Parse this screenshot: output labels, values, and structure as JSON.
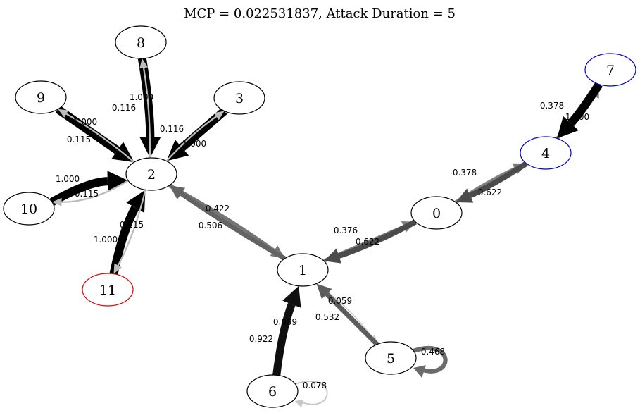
{
  "title": "MCP = 0.022531837, Attack Duration = 5",
  "colors": {
    "default_node": "#000000",
    "blue_node": "#0000cc",
    "red_node": "#dd0000"
  },
  "nodes": [
    {
      "id": "0",
      "label": "0",
      "color": "#000000"
    },
    {
      "id": "1",
      "label": "1",
      "color": "#000000"
    },
    {
      "id": "2",
      "label": "2",
      "color": "#000000"
    },
    {
      "id": "3",
      "label": "3",
      "color": "#000000"
    },
    {
      "id": "4",
      "label": "4",
      "color": "#0000cc"
    },
    {
      "id": "5",
      "label": "5",
      "color": "#000000"
    },
    {
      "id": "6",
      "label": "6",
      "color": "#000000"
    },
    {
      "id": "7",
      "label": "7",
      "color": "#0000cc"
    },
    {
      "id": "8",
      "label": "8",
      "color": "#000000"
    },
    {
      "id": "9",
      "label": "9",
      "color": "#000000"
    },
    {
      "id": "10",
      "label": "10",
      "color": "#000000"
    },
    {
      "id": "11",
      "label": "11",
      "color": "#dd0000"
    }
  ],
  "edges": [
    {
      "from": "0",
      "to": "4",
      "label": "0.378",
      "weight": 0.378
    },
    {
      "from": "4",
      "to": "0",
      "label": "0.622",
      "weight": 0.622
    },
    {
      "from": "4",
      "to": "7",
      "label": "0.378",
      "weight": 0.378
    },
    {
      "from": "7",
      "to": "4",
      "label": "1.000",
      "weight": 1.0
    },
    {
      "from": "1",
      "to": "0",
      "label": "0.376",
      "weight": 0.376
    },
    {
      "from": "0",
      "to": "1",
      "label": "0.622",
      "weight": 0.622
    },
    {
      "from": "2",
      "to": "1",
      "label": "0.422",
      "weight": 0.422
    },
    {
      "from": "1",
      "to": "2",
      "label": "0.506",
      "weight": 0.506
    },
    {
      "from": "8",
      "to": "2",
      "label": "1.000",
      "weight": 1.0
    },
    {
      "from": "2",
      "to": "8",
      "label": "0.116",
      "weight": 0.116
    },
    {
      "from": "9",
      "to": "2",
      "label": "1.000",
      "weight": 1.0
    },
    {
      "from": "2",
      "to": "9",
      "label": "0.115",
      "weight": 0.115
    },
    {
      "from": "3",
      "to": "2",
      "label": "1.000",
      "weight": 1.0
    },
    {
      "from": "2",
      "to": "3",
      "label": "0.116",
      "weight": 0.116
    },
    {
      "from": "10",
      "to": "2",
      "label": "1.000",
      "weight": 1.0
    },
    {
      "from": "2",
      "to": "10",
      "label": "0.115",
      "weight": 0.115
    },
    {
      "from": "11",
      "to": "2",
      "label": "1.000",
      "weight": 1.0
    },
    {
      "from": "2",
      "to": "11",
      "label": "0.115",
      "weight": 0.115
    },
    {
      "from": "1",
      "to": "5",
      "label": "0.059",
      "weight": 0.059
    },
    {
      "from": "5",
      "to": "1",
      "label": "0.532",
      "weight": 0.532
    },
    {
      "from": "5",
      "to": "5",
      "label": "0.468",
      "weight": 0.468
    },
    {
      "from": "1",
      "to": "6",
      "label": "0.059",
      "weight": 0.059
    },
    {
      "from": "6",
      "to": "1",
      "label": "0.922",
      "weight": 0.922
    },
    {
      "from": "6",
      "to": "6",
      "label": "0.078",
      "weight": 0.078
    }
  ]
}
